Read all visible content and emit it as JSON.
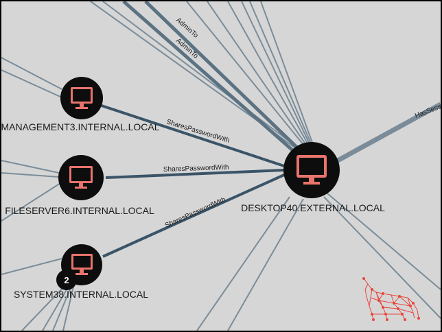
{
  "colors": {
    "background": "#d6d6d6",
    "node_fill": "#0d0d0d",
    "computer_icon": "#e8746c",
    "edge_strong": "#3a5468",
    "edge_light": "#7a8c99",
    "logo": "#e8463c"
  },
  "nodes": [
    {
      "label": "MANAGEMENT3.INTERNAL.LOCAL",
      "icon": "computer-icon"
    },
    {
      "label": "FILESERVER6.INTERNAL.LOCAL",
      "icon": "computer-icon"
    },
    {
      "label": "SYSTEM38.INTERNAL.LOCAL",
      "icon": "computer-icon",
      "badge": "2"
    },
    {
      "label": "DESKTOP40.EXTERNAL.LOCAL",
      "icon": "computer-icon"
    }
  ],
  "edges": [
    {
      "label": "SharesPasswordWith"
    },
    {
      "label": "SharesPasswordWith"
    },
    {
      "label": "SharesPasswordWith"
    },
    {
      "label": "AdminTo"
    },
    {
      "label": "AdminTo"
    },
    {
      "label": "HasSess"
    }
  ],
  "logo": {
    "icon": "hound-logo-icon"
  }
}
